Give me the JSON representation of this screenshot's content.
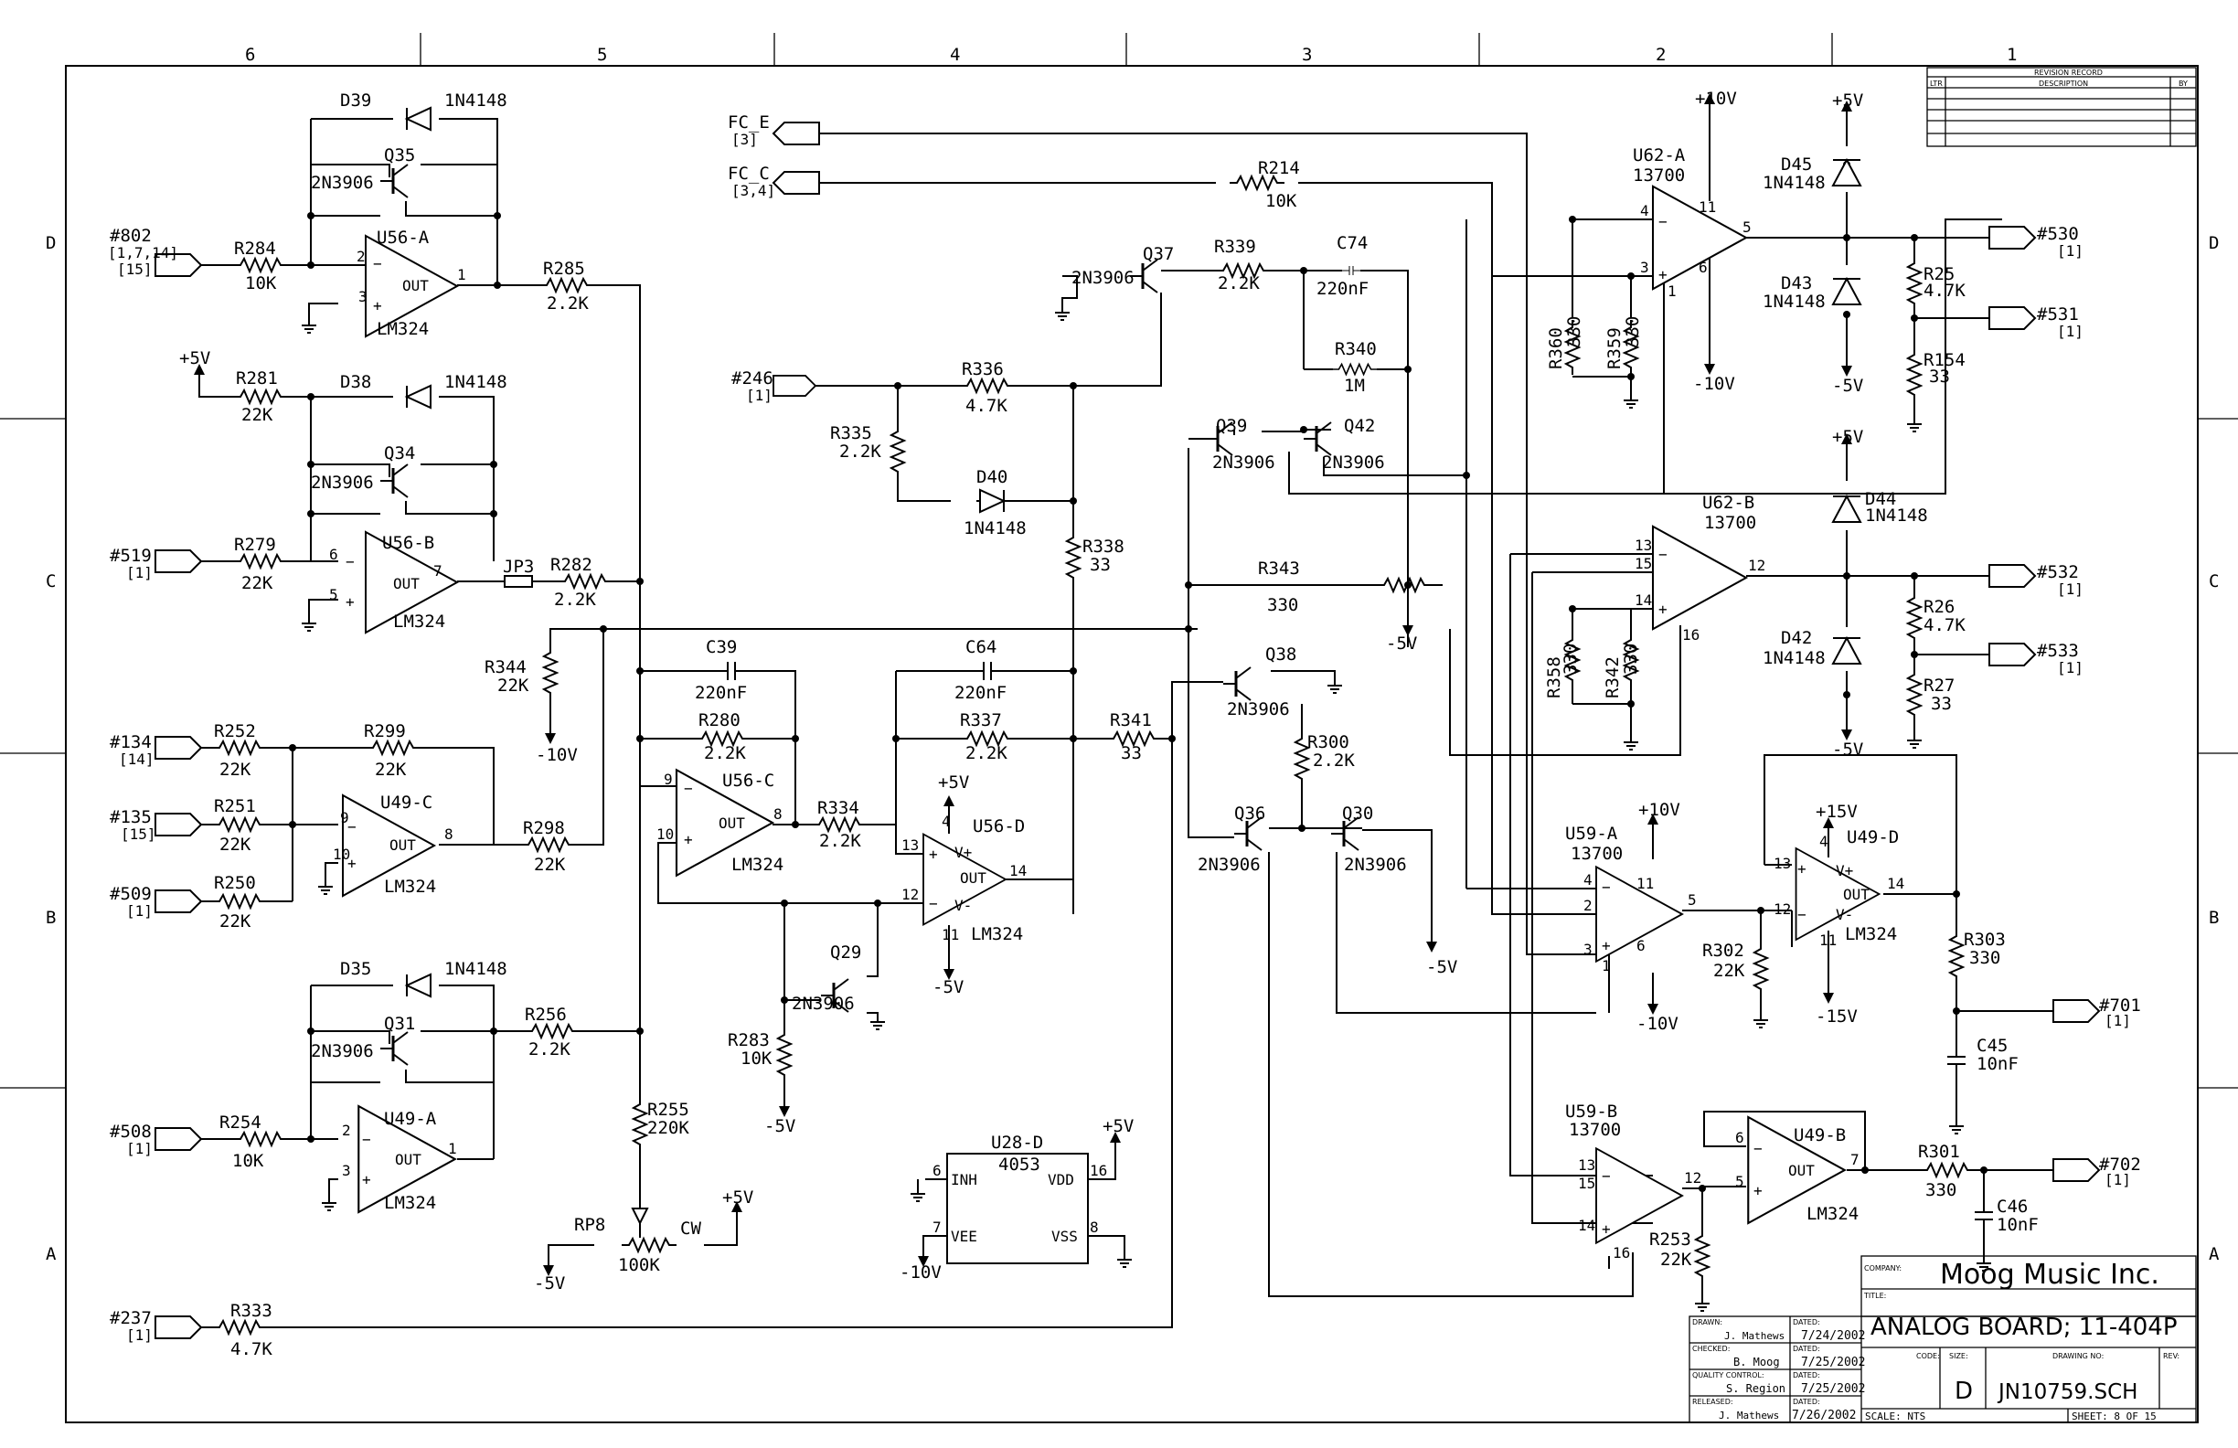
{
  "grid": {
    "cols": [
      "6",
      "5",
      "4",
      "3",
      "2",
      "1"
    ],
    "rows": [
      "D",
      "C",
      "B",
      "A"
    ]
  },
  "revision": {
    "title": "REVISION RECORD",
    "ltr": "LTR",
    "description": "DESCRIPTION",
    "by": "BY"
  },
  "title_block": {
    "company_label": "COMPANY:",
    "company": "Moog Music Inc.",
    "title_label": "TITLE:",
    "title": "ANALOG BOARD; 11-404P",
    "drawn_label": "DRAWN:",
    "drawn": "J. Mathews",
    "drawn_date": "7/24/2002",
    "checked_label": "CHECKED:",
    "checked": "B. Moog",
    "checked_date": "7/25/2002",
    "qc_label": "QUALITY CONTROL:",
    "qc": "S. Region",
    "qc_date": "7/25/2002",
    "released_label": "RELEASED:",
    "released": "J. Mathews",
    "released_date": "7/26/2002",
    "dated_label": "DATED:",
    "code_label": "CODE:",
    "size_label": "SIZE:",
    "size": "D",
    "drawing_no_label": "DRAWING NO:",
    "drawing_no": "JN10759.SCH",
    "rev_label": "REV:",
    "scale": "SCALE:   NTS",
    "sheet": "SHEET:  8  OF  15"
  },
  "labels": [
    {
      "id": "d39",
      "text": "D39"
    },
    {
      "id": "d39v",
      "text": "1N4148"
    },
    {
      "id": "q35",
      "text": "Q35"
    },
    {
      "id": "q35v",
      "text": "2N3906"
    },
    {
      "id": "u56a",
      "text": "U56-A"
    },
    {
      "id": "u56av",
      "text": "LM324"
    },
    {
      "id": "r284",
      "text": "R284"
    },
    {
      "id": "r284v",
      "text": "10K"
    },
    {
      "id": "p802",
      "text": "#802"
    },
    {
      "id": "p802a",
      "text": "[1,7,14]"
    },
    {
      "id": "p802b",
      "text": "[15]"
    },
    {
      "id": "r285",
      "text": "R285"
    },
    {
      "id": "r285v",
      "text": "2.2K"
    },
    {
      "id": "p5v_a",
      "text": "+5V"
    },
    {
      "id": "r281",
      "text": "R281"
    },
    {
      "id": "r281v",
      "text": "22K"
    },
    {
      "id": "d38",
      "text": "D38"
    },
    {
      "id": "d38v",
      "text": "1N4148"
    },
    {
      "id": "q34",
      "text": "Q34"
    },
    {
      "id": "q34v",
      "text": "2N3906"
    },
    {
      "id": "u56b",
      "text": "U56-B"
    },
    {
      "id": "u56bv",
      "text": "LM324"
    },
    {
      "id": "p519",
      "text": "#519"
    },
    {
      "id": "p519a",
      "text": "[1]"
    },
    {
      "id": "r279",
      "text": "R279"
    },
    {
      "id": "r279v",
      "text": "22K"
    },
    {
      "id": "jp3",
      "text": "JP3"
    },
    {
      "id": "r282",
      "text": "R282"
    },
    {
      "id": "r282v",
      "text": "2.2K"
    },
    {
      "id": "r344",
      "text": "R344"
    },
    {
      "id": "r344v",
      "text": "22K"
    },
    {
      "id": "m10v_a",
      "text": "-10V"
    },
    {
      "id": "p134",
      "text": "#134"
    },
    {
      "id": "p134a",
      "text": "[14]"
    },
    {
      "id": "r252",
      "text": "R252"
    },
    {
      "id": "r252v",
      "text": "22K"
    },
    {
      "id": "r299",
      "text": "R299"
    },
    {
      "id": "r299v",
      "text": "22K"
    },
    {
      "id": "p135",
      "text": "#135"
    },
    {
      "id": "p135a",
      "text": "[15]"
    },
    {
      "id": "r251",
      "text": "R251"
    },
    {
      "id": "r251v",
      "text": "22K"
    },
    {
      "id": "u49c",
      "text": "U49-C"
    },
    {
      "id": "u49cv",
      "text": "LM324"
    },
    {
      "id": "r298",
      "text": "R298"
    },
    {
      "id": "r298v",
      "text": "22K"
    },
    {
      "id": "p509",
      "text": "#509"
    },
    {
      "id": "p509a",
      "text": "[1]"
    },
    {
      "id": "r250",
      "text": "R250"
    },
    {
      "id": "r250v",
      "text": "22K"
    },
    {
      "id": "d35",
      "text": "D35"
    },
    {
      "id": "d35v",
      "text": "1N4148"
    },
    {
      "id": "q31",
      "text": "Q31"
    },
    {
      "id": "q31v",
      "text": "2N3906"
    },
    {
      "id": "r256",
      "text": "R256"
    },
    {
      "id": "r256v",
      "text": "2.2K"
    },
    {
      "id": "p508",
      "text": "#508"
    },
    {
      "id": "p508a",
      "text": "[1]"
    },
    {
      "id": "r254",
      "text": "R254"
    },
    {
      "id": "r254v",
      "text": "10K"
    },
    {
      "id": "u49a",
      "text": "U49-A"
    },
    {
      "id": "u49av",
      "text": "LM324"
    },
    {
      "id": "r255",
      "text": "R255"
    },
    {
      "id": "r255v",
      "text": "220K"
    },
    {
      "id": "rp8",
      "text": "RP8"
    },
    {
      "id": "rp8v",
      "text": "100K"
    },
    {
      "id": "cw",
      "text": "CW"
    },
    {
      "id": "p5v_b",
      "text": "+5V"
    },
    {
      "id": "m5v_a",
      "text": "-5V"
    },
    {
      "id": "p237",
      "text": "#237"
    },
    {
      "id": "p237a",
      "text": "[1]"
    },
    {
      "id": "r333",
      "text": "R333"
    },
    {
      "id": "r333v",
      "text": "4.7K"
    },
    {
      "id": "fce",
      "text": "FC_E"
    },
    {
      "id": "fcea",
      "text": "[3]"
    },
    {
      "id": "fcc",
      "text": "FC_C"
    },
    {
      "id": "fcca",
      "text": "[3,4]"
    },
    {
      "id": "r214",
      "text": "R214"
    },
    {
      "id": "r214v",
      "text": "10K"
    },
    {
      "id": "q37",
      "text": "Q37"
    },
    {
      "id": "q37v",
      "text": "2N3906"
    },
    {
      "id": "r339",
      "text": "R339"
    },
    {
      "id": "r339v",
      "text": "2.2K"
    },
    {
      "id": "c74",
      "text": "C74"
    },
    {
      "id": "c74v",
      "text": "220nF"
    },
    {
      "id": "p246",
      "text": "#246"
    },
    {
      "id": "p246a",
      "text": "[1]"
    },
    {
      "id": "r336",
      "text": "R336"
    },
    {
      "id": "r336v",
      "text": "4.7K"
    },
    {
      "id": "r340",
      "text": "R340"
    },
    {
      "id": "r340v",
      "text": "1M"
    },
    {
      "id": "r335",
      "text": "R335"
    },
    {
      "id": "r335v",
      "text": "2.2K"
    },
    {
      "id": "d40",
      "text": "D40"
    },
    {
      "id": "d40v",
      "text": "1N4148"
    },
    {
      "id": "q39",
      "text": "Q39"
    },
    {
      "id": "q39v",
      "text": "2N3906"
    },
    {
      "id": "q42",
      "text": "Q42"
    },
    {
      "id": "q42v",
      "text": "2N3906"
    },
    {
      "id": "r338",
      "text": "R338"
    },
    {
      "id": "r338v",
      "text": "33"
    },
    {
      "id": "r343",
      "text": "R343"
    },
    {
      "id": "r343v",
      "text": "330"
    },
    {
      "id": "m5v_b",
      "text": "-5V"
    },
    {
      "id": "c39",
      "text": "C39"
    },
    {
      "id": "c39v",
      "text": "220nF"
    },
    {
      "id": "c64",
      "text": "C64"
    },
    {
      "id": "c64v",
      "text": "220nF"
    },
    {
      "id": "r280",
      "text": "R280"
    },
    {
      "id": "r280v",
      "text": "2.2K"
    },
    {
      "id": "r337",
      "text": "R337"
    },
    {
      "id": "r337v",
      "text": "2.2K"
    },
    {
      "id": "r341",
      "text": "R341"
    },
    {
      "id": "r341v",
      "text": "33"
    },
    {
      "id": "q38",
      "text": "Q38"
    },
    {
      "id": "q38v",
      "text": "2N3906"
    },
    {
      "id": "r300",
      "text": "R300"
    },
    {
      "id": "r300v",
      "text": "2.2K"
    },
    {
      "id": "u56c",
      "text": "U56-C"
    },
    {
      "id": "u56cv",
      "text": "LM324"
    },
    {
      "id": "r334",
      "text": "R334"
    },
    {
      "id": "r334v",
      "text": "2.2K"
    },
    {
      "id": "u56d",
      "text": "U56-D"
    },
    {
      "id": "u56dv",
      "text": "LM324"
    },
    {
      "id": "p5v_c",
      "text": "+5V"
    },
    {
      "id": "m5v_c",
      "text": "-5V"
    },
    {
      "id": "q36",
      "text": "Q36"
    },
    {
      "id": "q36v",
      "text": "2N3906"
    },
    {
      "id": "q30",
      "text": "Q30"
    },
    {
      "id": "q30v",
      "text": "2N3906"
    },
    {
      "id": "m5v_d",
      "text": "-5V"
    },
    {
      "id": "q29",
      "text": "Q29"
    },
    {
      "id": "q29v",
      "text": "2N3906"
    },
    {
      "id": "r283",
      "text": "R283"
    },
    {
      "id": "r283v",
      "text": "10K"
    },
    {
      "id": "m5v_e",
      "text": "-5V"
    },
    {
      "id": "u28d",
      "text": "U28-D"
    },
    {
      "id": "u28dv",
      "text": "4053"
    },
    {
      "id": "inh",
      "text": "INH"
    },
    {
      "id": "vdd",
      "text": "VDD"
    },
    {
      "id": "vee",
      "text": "VEE"
    },
    {
      "id": "vss",
      "text": "VSS"
    },
    {
      "id": "p5v_d",
      "text": "+5V"
    },
    {
      "id": "m10v_b",
      "text": "-10V"
    },
    {
      "id": "p10v_a",
      "text": "+10V"
    },
    {
      "id": "u62a",
      "text": "U62-A"
    },
    {
      "id": "u62av",
      "text": "13700"
    },
    {
      "id": "m10v_c",
      "text": "-10V"
    },
    {
      "id": "r360",
      "text": "R360"
    },
    {
      "id": "r360v",
      "text": "330"
    },
    {
      "id": "r359",
      "text": "R359"
    },
    {
      "id": "r359v",
      "text": "330"
    },
    {
      "id": "p5v_e",
      "text": "+5V"
    },
    {
      "id": "d45",
      "text": "D45"
    },
    {
      "id": "d45v",
      "text": "1N4148"
    },
    {
      "id": "d43",
      "text": "D43"
    },
    {
      "id": "d43v",
      "text": "1N4148"
    },
    {
      "id": "m5v_f",
      "text": "-5V"
    },
    {
      "id": "p530",
      "text": "#530"
    },
    {
      "id": "p530a",
      "text": "[1]"
    },
    {
      "id": "r25",
      "text": "R25"
    },
    {
      "id": "r25v",
      "text": "4.7K"
    },
    {
      "id": "p531",
      "text": "#531"
    },
    {
      "id": "p531a",
      "text": "[1]"
    },
    {
      "id": "r154",
      "text": "R154"
    },
    {
      "id": "r154v",
      "text": "33"
    },
    {
      "id": "u62b",
      "text": "U62-B"
    },
    {
      "id": "u62bv",
      "text": "13700"
    },
    {
      "id": "r358",
      "text": "R358"
    },
    {
      "id": "r358v",
      "text": "330"
    },
    {
      "id": "r342",
      "text": "R342"
    },
    {
      "id": "r342v",
      "text": "330"
    },
    {
      "id": "p5v_f",
      "text": "+5V"
    },
    {
      "id": "d44",
      "text": "D44"
    },
    {
      "id": "d44v",
      "text": "1N4148"
    },
    {
      "id": "d42",
      "text": "D42"
    },
    {
      "id": "d42v",
      "text": "1N4148"
    },
    {
      "id": "m5v_g",
      "text": "-5V"
    },
    {
      "id": "p532",
      "text": "#532"
    },
    {
      "id": "p532a",
      "text": "[1]"
    },
    {
      "id": "r26",
      "text": "R26"
    },
    {
      "id": "r26v",
      "text": "4.7K"
    },
    {
      "id": "p533",
      "text": "#533"
    },
    {
      "id": "p533a",
      "text": "[1]"
    },
    {
      "id": "r27",
      "text": "R27"
    },
    {
      "id": "r27v",
      "text": "33"
    },
    {
      "id": "p10v_b",
      "text": "+10V"
    },
    {
      "id": "u59a",
      "text": "U59-A"
    },
    {
      "id": "u59av",
      "text": "13700"
    },
    {
      "id": "m10v_d",
      "text": "-10V"
    },
    {
      "id": "r302",
      "text": "R302"
    },
    {
      "id": "r302v",
      "text": "22K"
    },
    {
      "id": "p15v",
      "text": "+15V"
    },
    {
      "id": "u49d",
      "text": "U49-D"
    },
    {
      "id": "u49dv",
      "text": "LM324"
    },
    {
      "id": "m15v",
      "text": "-15V"
    },
    {
      "id": "r303",
      "text": "R303"
    },
    {
      "id": "r303v",
      "text": "330"
    },
    {
      "id": "p701",
      "text": "#701"
    },
    {
      "id": "p701a",
      "text": "[1]"
    },
    {
      "id": "c45",
      "text": "C45"
    },
    {
      "id": "c45v",
      "text": "10nF"
    },
    {
      "id": "u59b",
      "text": "U59-B"
    },
    {
      "id": "u59bv",
      "text": "13700"
    },
    {
      "id": "r253",
      "text": "R253"
    },
    {
      "id": "r253v",
      "text": "22K"
    },
    {
      "id": "u49b",
      "text": "U49-B"
    },
    {
      "id": "u49bv",
      "text": "LM324"
    },
    {
      "id": "r301",
      "text": "R301"
    },
    {
      "id": "r301v",
      "text": "330"
    },
    {
      "id": "p702",
      "text": "#702"
    },
    {
      "id": "p702a",
      "text": "[1]"
    },
    {
      "id": "c46",
      "text": "C46"
    },
    {
      "id": "c46v",
      "text": "10nF"
    }
  ],
  "pins": [
    "1",
    "2",
    "3",
    "4",
    "5",
    "6",
    "7",
    "8",
    "9",
    "10",
    "11",
    "12",
    "13",
    "14",
    "15",
    "16",
    "OUT",
    "V+",
    "V-"
  ]
}
